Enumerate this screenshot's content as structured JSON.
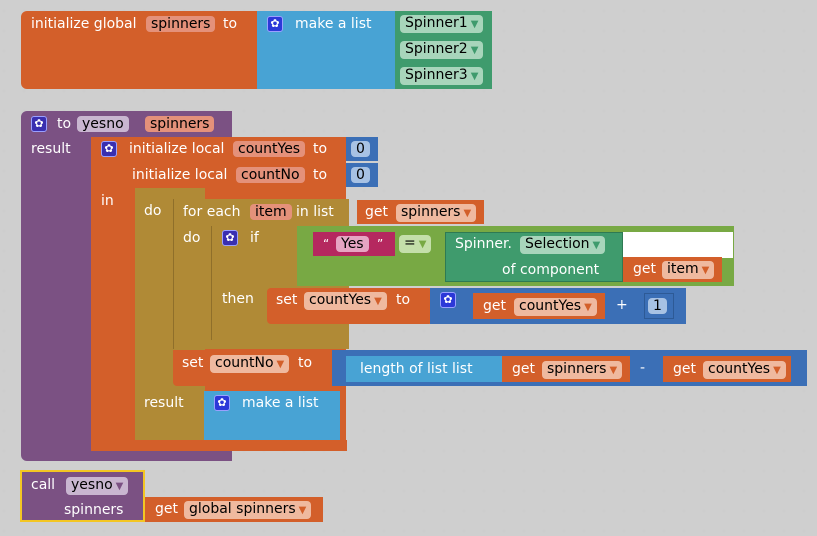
{
  "workspace": {
    "grid": "dotted-plus"
  },
  "global_init": {
    "prefix": "initialize global",
    "name": "spinners",
    "to": "to",
    "make_list": "make a list",
    "items": [
      "Spinner1",
      "Spinner2",
      "Spinner3"
    ]
  },
  "procedure": {
    "to": "to",
    "name": "yesno",
    "param": "spinners",
    "result": "result",
    "local1": {
      "prefix": "initialize local",
      "name": "countYes",
      "to": "to",
      "value": "0"
    },
    "local2": {
      "prefix": "initialize local",
      "name": "countNo",
      "to": "to",
      "value": "0"
    },
    "in": "in",
    "do": "do",
    "foreach": {
      "prefix": "for each",
      "var": "item",
      "in_list": "in list",
      "get": "get",
      "list": "spinners"
    },
    "foreach_do": "do",
    "if": {
      "if": "if",
      "then": "then",
      "quote_open": "“",
      "quote_close": "”",
      "text": "Yes",
      "op": "=",
      "component_prefix": "Spinner.",
      "property": "Selection",
      "of_component": "of component",
      "get": "get",
      "get_var": "item"
    },
    "set_yes": {
      "set": "set",
      "var": "countYes",
      "to": "to",
      "get": "get",
      "get_var": "countYes",
      "op": "+",
      "num": "1"
    },
    "set_no": {
      "set": "set",
      "var": "countNo",
      "to": "to",
      "length": "length of list  list",
      "get1": "get",
      "var1": "spinners",
      "op": "-",
      "get2": "get",
      "var2": "countYes"
    },
    "result2": "result",
    "make_list": "make a list"
  },
  "call": {
    "call": "call",
    "name": "yesno",
    "arg_label": "spinners",
    "get": "get",
    "get_var": "global spinners"
  }
}
